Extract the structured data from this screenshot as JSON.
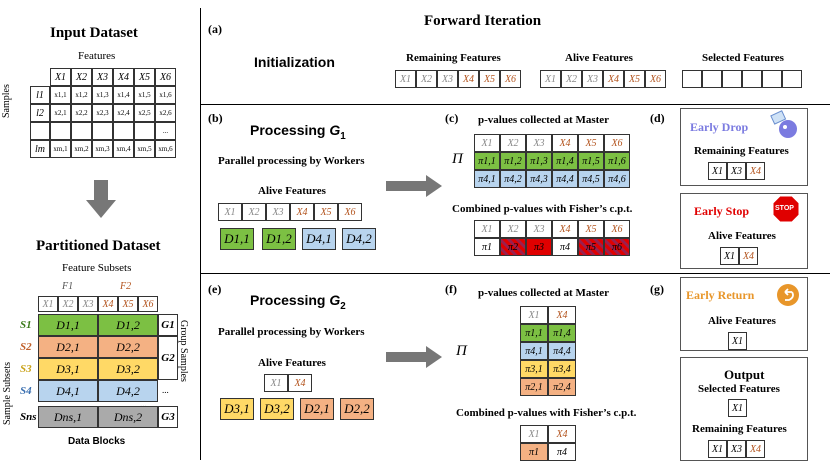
{
  "left": {
    "input_title": "Input Dataset",
    "features_label": "Features",
    "samples_label": "Samples",
    "feature_headers": [
      "X1",
      "X2",
      "X3",
      "X4",
      "X5",
      "X6"
    ],
    "row_labels": [
      "l1",
      "l2",
      "",
      "lm"
    ],
    "rows": [
      [
        "x1,1",
        "x1,2",
        "x1,3",
        "x1,4",
        "x1,5",
        "x1,6"
      ],
      [
        "x2,1",
        "x2,2",
        "x2,3",
        "x2,4",
        "x2,5",
        "x2,6"
      ],
      [
        "",
        "",
        "",
        "",
        "",
        "..."
      ],
      [
        "xm,1",
        "xm,2",
        "xm,3",
        "xm,4",
        "xm,5",
        "xm,6"
      ]
    ],
    "partitioned_title": "Partitioned Dataset",
    "feature_subsets_label": "Feature Subsets",
    "f1": "F1",
    "f2": "F2",
    "sample_subsets_label": "Sample Subsets",
    "group_samples_label": "Group Samples",
    "data_blocks_label": "Data Blocks",
    "sample_subsets": [
      "S1",
      "S2",
      "S3",
      "S4",
      "Sns"
    ],
    "groups": [
      "G1",
      "G2",
      "G3"
    ],
    "blocks": [
      [
        "D1,1",
        "D1,2"
      ],
      [
        "D2,1",
        "D2,2"
      ],
      [
        "D3,1",
        "D3,2"
      ],
      [
        "D4,1",
        "D4,2"
      ],
      [
        "Dns,1",
        "Dns,2"
      ]
    ],
    "dots": "..."
  },
  "a": {
    "tag": "(a)",
    "title": "Forward Iteration",
    "init": "Initialization",
    "remaining": "Remaining Features",
    "alive": "Alive Features",
    "selected": "Selected Features",
    "features": [
      "X1",
      "X2",
      "X3",
      "X4",
      "X5",
      "X6"
    ]
  },
  "b": {
    "tag": "(b)",
    "title": "Processing G1",
    "parallel": "Parallel processing by Workers",
    "alive": "Alive Features",
    "features": [
      "X1",
      "X2",
      "X3",
      "X4",
      "X5",
      "X6"
    ],
    "blocks": [
      "D1,1",
      "D1,2",
      "D4,1",
      "D4,2"
    ]
  },
  "c": {
    "tag": "(c)",
    "title": "p-values collected at Master",
    "pi": "Π",
    "headers": [
      "X1",
      "X2",
      "X3",
      "X4",
      "X5",
      "X6"
    ],
    "row1": [
      "π1,1",
      "π1,2",
      "π1,3",
      "π1,4",
      "π1,5",
      "π1,6"
    ],
    "row2": [
      "π4,1",
      "π4,2",
      "π4,3",
      "π4,4",
      "π4,5",
      "π4,6"
    ],
    "combined": "Combined p-values with Fisher’s c.p.t.",
    "comb_headers": [
      "X1",
      "X2",
      "X3",
      "X4",
      "X5",
      "X6"
    ],
    "comb_values": [
      "π1",
      "π2",
      "π3",
      "π4",
      "π5",
      "π6"
    ]
  },
  "d": {
    "tag": "(d)",
    "early_drop": "Early Drop",
    "remaining": "Remaining Features",
    "rem_features": [
      "X1",
      "X3",
      "X4"
    ],
    "early_stop": "Early Stop",
    "stop_sign": "STOP",
    "alive": "Alive Features",
    "alive_features": [
      "X1",
      "X4"
    ]
  },
  "e": {
    "tag": "(e)",
    "title": "Processing G2",
    "parallel": "Parallel processing by Workers",
    "alive": "Alive Features",
    "features": [
      "X1",
      "X4"
    ],
    "blocks": [
      "D3,1",
      "D3,2",
      "D2,1",
      "D2,2"
    ]
  },
  "f": {
    "tag": "(f)",
    "title": "p-values collected at Master",
    "pi": "Π",
    "headers": [
      "X1",
      "X4"
    ],
    "rows": [
      [
        "π1,1",
        "π1,4"
      ],
      [
        "π4,1",
        "π4,4"
      ],
      [
        "π3,1",
        "π3,4"
      ],
      [
        "π2,1",
        "π2,4"
      ]
    ],
    "combined": "Combined p-values with Fisher’s c.p.t.",
    "comb_headers": [
      "X1",
      "X4"
    ],
    "comb_values": [
      "π1",
      "π4"
    ]
  },
  "g": {
    "tag": "(g)",
    "early_return": "Early Return",
    "alive": "Alive Features",
    "alive_features": [
      "X1"
    ],
    "output": "Output",
    "selected": "Selected Features",
    "selected_features": [
      "X1"
    ],
    "remaining": "Remaining Features",
    "rem_features": [
      "X1",
      "X3",
      "X4"
    ]
  },
  "colors": {
    "green": "#7cc043",
    "blue": "#b8d4ee",
    "yellow": "#ffd966",
    "orange": "#f4b183",
    "red": "#e00000",
    "drop_purple": "#7b7be0",
    "return_orange": "#e8962a"
  }
}
